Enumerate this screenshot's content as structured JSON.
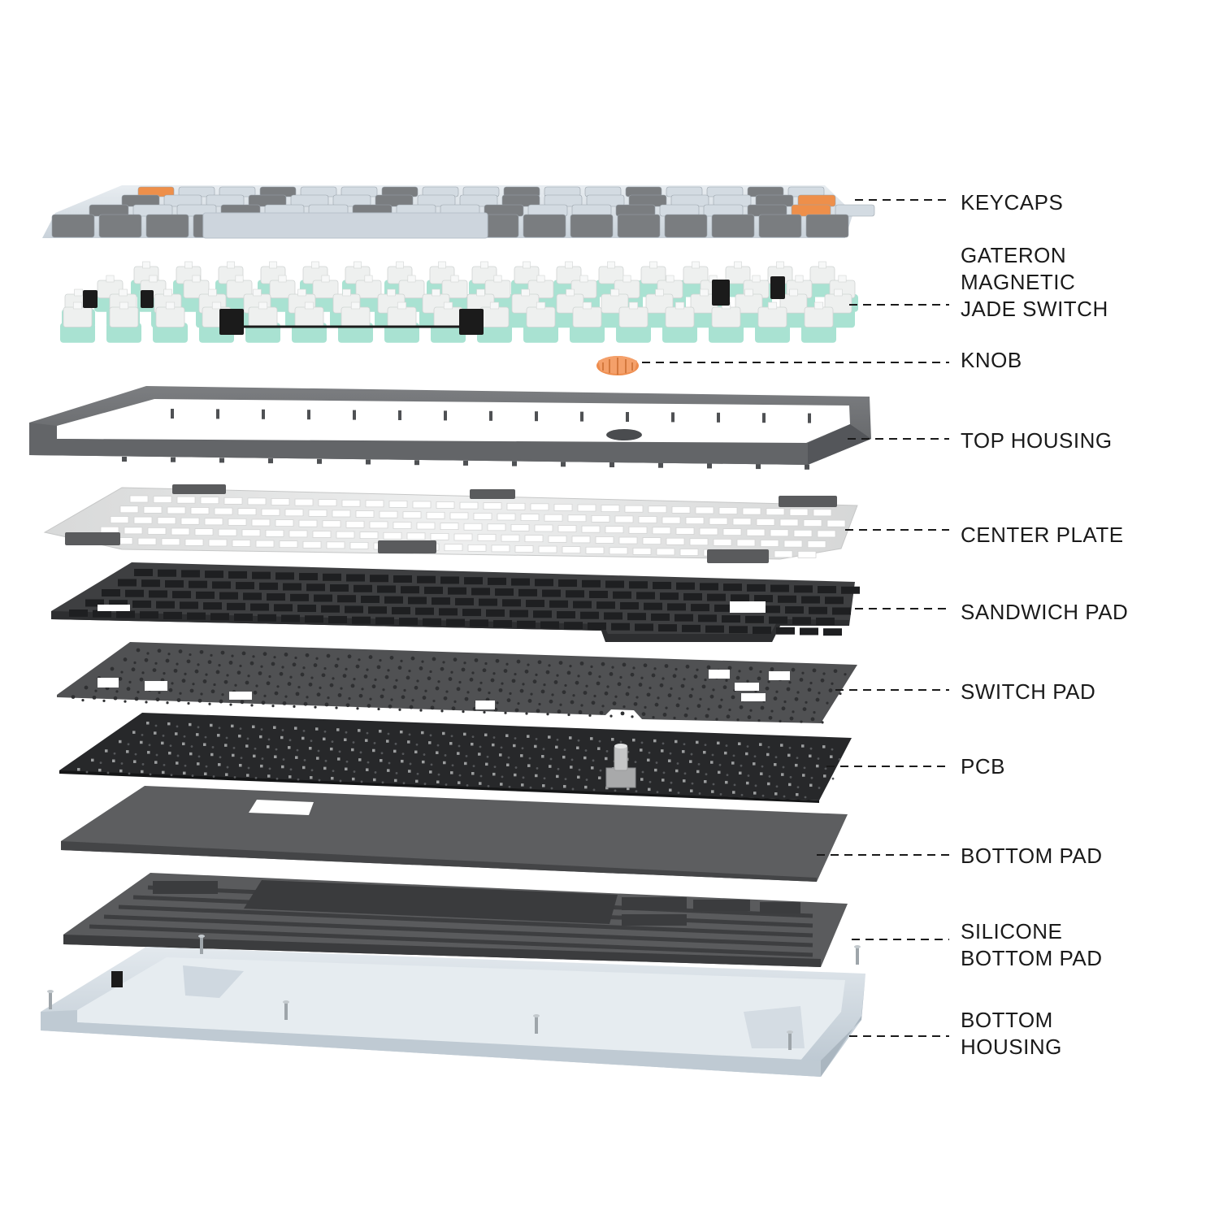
{
  "diagram": {
    "title": "",
    "layers": [
      {
        "id": "keycaps",
        "lines": [
          "KEYCAPS"
        ],
        "colors": {
          "light": "#d3dbe2",
          "dark": "#7a7d80",
          "accent": "#ee8f4a"
        }
      },
      {
        "id": "switches",
        "lines": [
          "GATERON",
          "MAGNETIC",
          "JADE SWITCH"
        ],
        "colors": {
          "base": "#a9e2d2",
          "top": "#eef0ef",
          "stabilizer": "#1b1b1b"
        }
      },
      {
        "id": "knob",
        "lines": [
          "KNOB"
        ],
        "colors": {
          "body": "#ef9154"
        }
      },
      {
        "id": "top-housing",
        "lines": [
          "TOP HOUSING"
        ],
        "colors": {
          "frame": "#6b6d70"
        }
      },
      {
        "id": "center-plate",
        "lines": [
          "CENTER PLATE"
        ],
        "colors": {
          "plate": "#e2e3e3"
        }
      },
      {
        "id": "sandwich-pad",
        "lines": [
          "SANDWICH PAD"
        ],
        "colors": {
          "pad": "#3b3c3e"
        }
      },
      {
        "id": "switch-pad",
        "lines": [
          "SWITCH PAD"
        ],
        "colors": {
          "pad": "#4a4b4d"
        }
      },
      {
        "id": "pcb",
        "lines": [
          "PCB"
        ],
        "colors": {
          "board": "#242526"
        }
      },
      {
        "id": "bottom-pad",
        "lines": [
          "BOTTOM PAD"
        ],
        "colors": {
          "pad": "#5b5c5e"
        }
      },
      {
        "id": "silicone-bottom-pad",
        "lines": [
          "SILICONE",
          "BOTTOM PAD"
        ],
        "colors": {
          "pad": "#58595b"
        }
      },
      {
        "id": "bottom-housing",
        "lines": [
          "BOTTOM",
          "HOUSING"
        ],
        "colors": {
          "shell": "#cfd8e0"
        }
      }
    ]
  }
}
